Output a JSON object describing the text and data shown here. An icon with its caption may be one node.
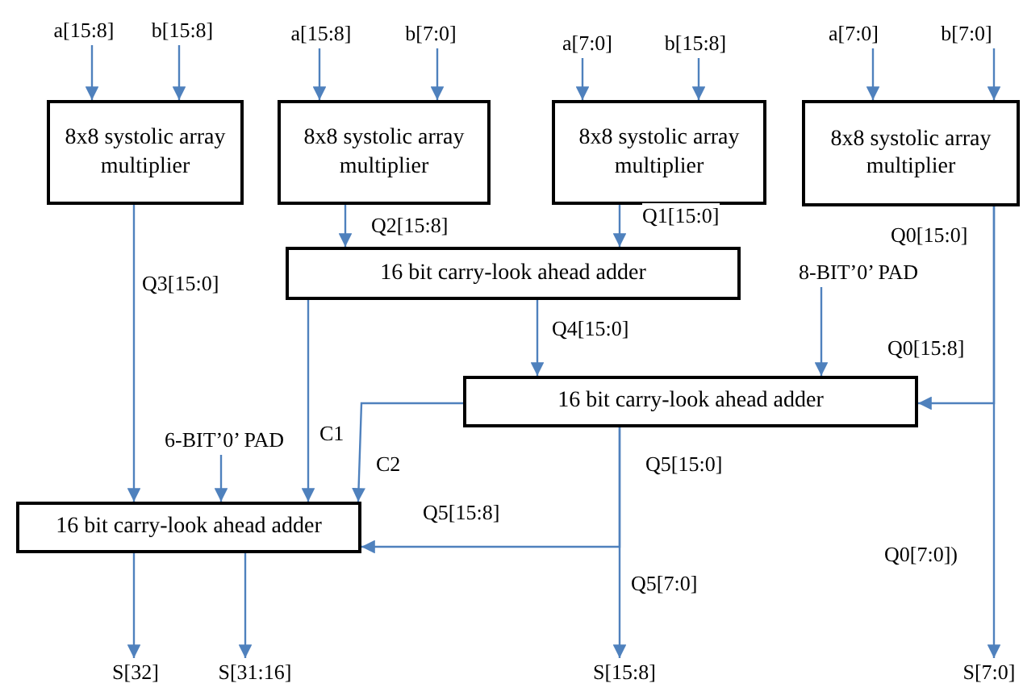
{
  "diagram": {
    "nodes": [
      {
        "text": [
          "a[15:8]"
        ]
      },
      {
        "text": [
          "b[15:8]"
        ]
      },
      {
        "text": [
          "a[15:8]"
        ]
      },
      {
        "text": [
          "b[7:0]"
        ]
      },
      {
        "text": [
          "a[7:0]"
        ]
      },
      {
        "text": [
          "b[15:8]"
        ]
      },
      {
        "text": [
          "a[7:0]"
        ]
      },
      {
        "text": [
          "b[7:0]"
        ]
      },
      {
        "text": [
          "8x8 systolic array multiplier"
        ]
      },
      {
        "text": [
          "8x8 systolic array multiplier"
        ]
      },
      {
        "text": [
          "8x8 systolic array multiplier"
        ]
      },
      {
        "text": [
          "8x8 systolic array multiplier"
        ]
      },
      {
        "text": [
          "16 bit carry-look ahead adder"
        ]
      },
      {
        "text": [
          "16 bit carry-look ahead adder"
        ]
      },
      {
        "text": [
          "16 bit carry-look ahead adder"
        ]
      },
      {
        "text": [
          "S[32]"
        ]
      },
      {
        "text": [
          "S[31:16]"
        ]
      },
      {
        "text": [
          "S[15:8]"
        ]
      },
      {
        "text": [
          "S[7:0]"
        ]
      },
      {
        "text": [
          "8-BIT’0’ PAD"
        ]
      },
      {
        "text": [
          "6-BIT’0’ PAD"
        ]
      }
    ],
    "edges": [
      {
        "from": 0,
        "to": 8,
        "arrow": "to"
      },
      {
        "from": 1,
        "to": 8,
        "arrow": "to"
      },
      {
        "from": 2,
        "to": 9,
        "arrow": "to"
      },
      {
        "from": 3,
        "to": 9,
        "arrow": "to"
      },
      {
        "from": 4,
        "to": 10,
        "arrow": "to"
      },
      {
        "from": 5,
        "to": 10,
        "arrow": "to"
      },
      {
        "from": 6,
        "to": 11,
        "arrow": "to"
      },
      {
        "from": 7,
        "to": 11,
        "arrow": "to"
      },
      {
        "from": 8,
        "to": 14,
        "arrow": "to",
        "label": "Q3[15:0]"
      },
      {
        "from": 9,
        "to": 12,
        "arrow": "to",
        "label": "Q2[15:8]"
      },
      {
        "from": 10,
        "to": 12,
        "arrow": "to",
        "label": "Q1[15:0]"
      },
      {
        "from": 12,
        "to": 14,
        "arrow": "to",
        "label": "C1"
      },
      {
        "from": 12,
        "to": 13,
        "arrow": "to",
        "label": "Q4[15:0]"
      },
      {
        "from": 19,
        "to": 13,
        "arrow": "to"
      },
      {
        "from": 11,
        "to": 13,
        "arrow": "to",
        "label": "Q0[15:8]"
      },
      {
        "from": 11,
        "to": 18,
        "arrow": "to",
        "label": "Q0[7:0])"
      },
      {
        "from": 13,
        "to": 14,
        "arrow": "to",
        "label": "C2"
      },
      {
        "from": 13,
        "to": 14,
        "arrow": "to",
        "label": "Q5[15:8]"
      },
      {
        "from": 13,
        "to": 17,
        "arrow": "to",
        "label": "Q5[7:0]"
      },
      {
        "from": 20,
        "to": 14,
        "arrow": "to"
      },
      {
        "from": 14,
        "to": 15,
        "arrow": "to"
      },
      {
        "from": 14,
        "to": 16,
        "arrow": "to"
      }
    ],
    "labels": [
      "Q0[15:0]",
      "Q5[15:0]"
    ]
  }
}
